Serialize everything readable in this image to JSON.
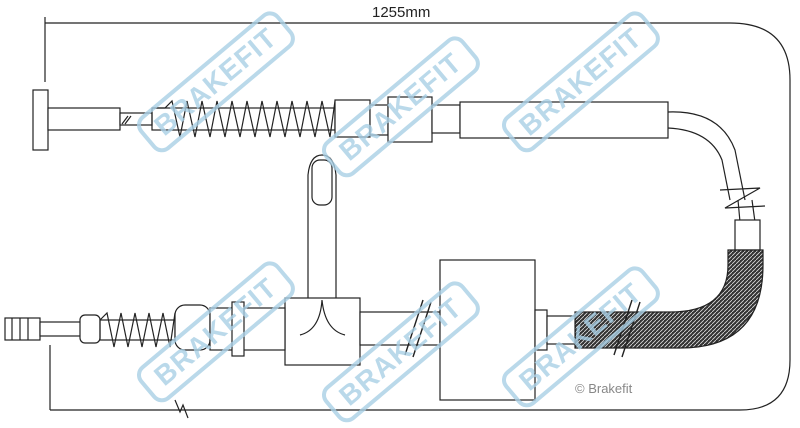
{
  "dimension": {
    "label": "1255mm"
  },
  "copyright": "© Brakefit",
  "watermark": {
    "text": "BRAKEFIT",
    "color": "#a9d0e6"
  }
}
